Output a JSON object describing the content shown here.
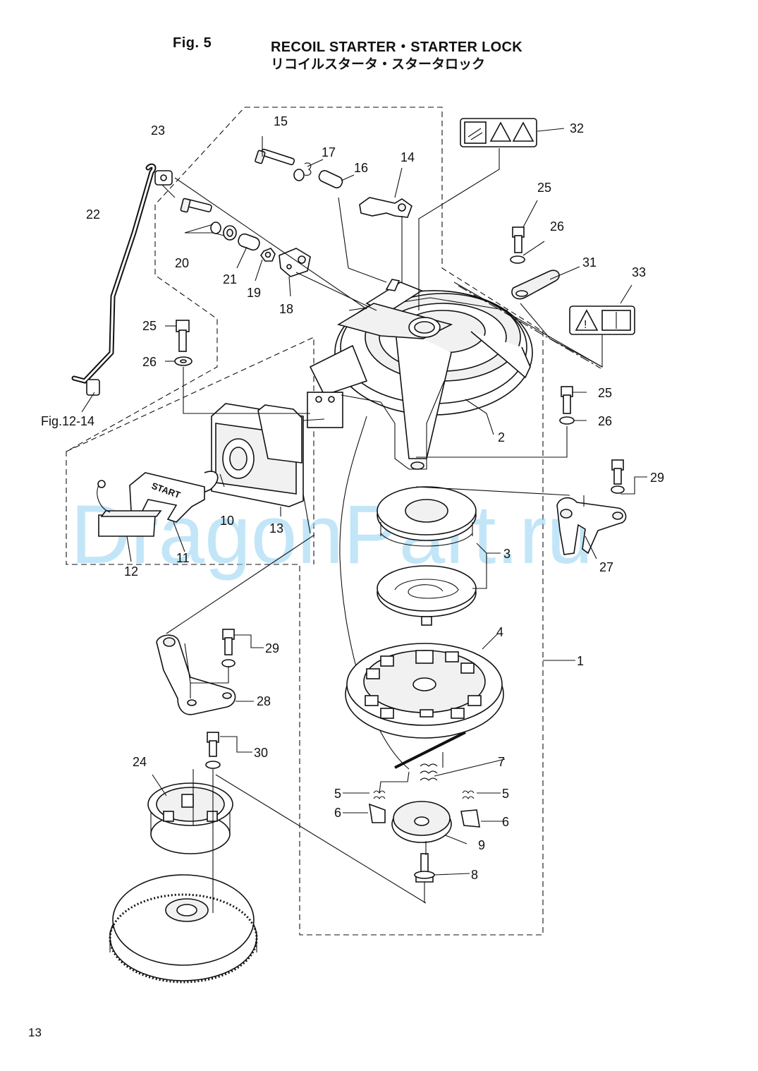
{
  "header": {
    "fig": "Fig. 5",
    "title_en": "RECOIL STARTER・STARTER LOCK",
    "title_jp": "リコイルスタータ・スタータロック"
  },
  "page_number": "13",
  "watermark": "DragonPart.ru",
  "handle_text": "START",
  "reference": "Fig.12-14",
  "callouts": [
    "1",
    "2",
    "3",
    "4",
    "5",
    "5",
    "6",
    "6",
    "7",
    "8",
    "9",
    "10",
    "11",
    "12",
    "13",
    "14",
    "15",
    "16",
    "17",
    "18",
    "19",
    "20",
    "21",
    "22",
    "23",
    "24",
    "25",
    "25",
    "25",
    "26",
    "26",
    "26",
    "27",
    "28",
    "29",
    "29",
    "30",
    "31",
    "32",
    "33"
  ]
}
